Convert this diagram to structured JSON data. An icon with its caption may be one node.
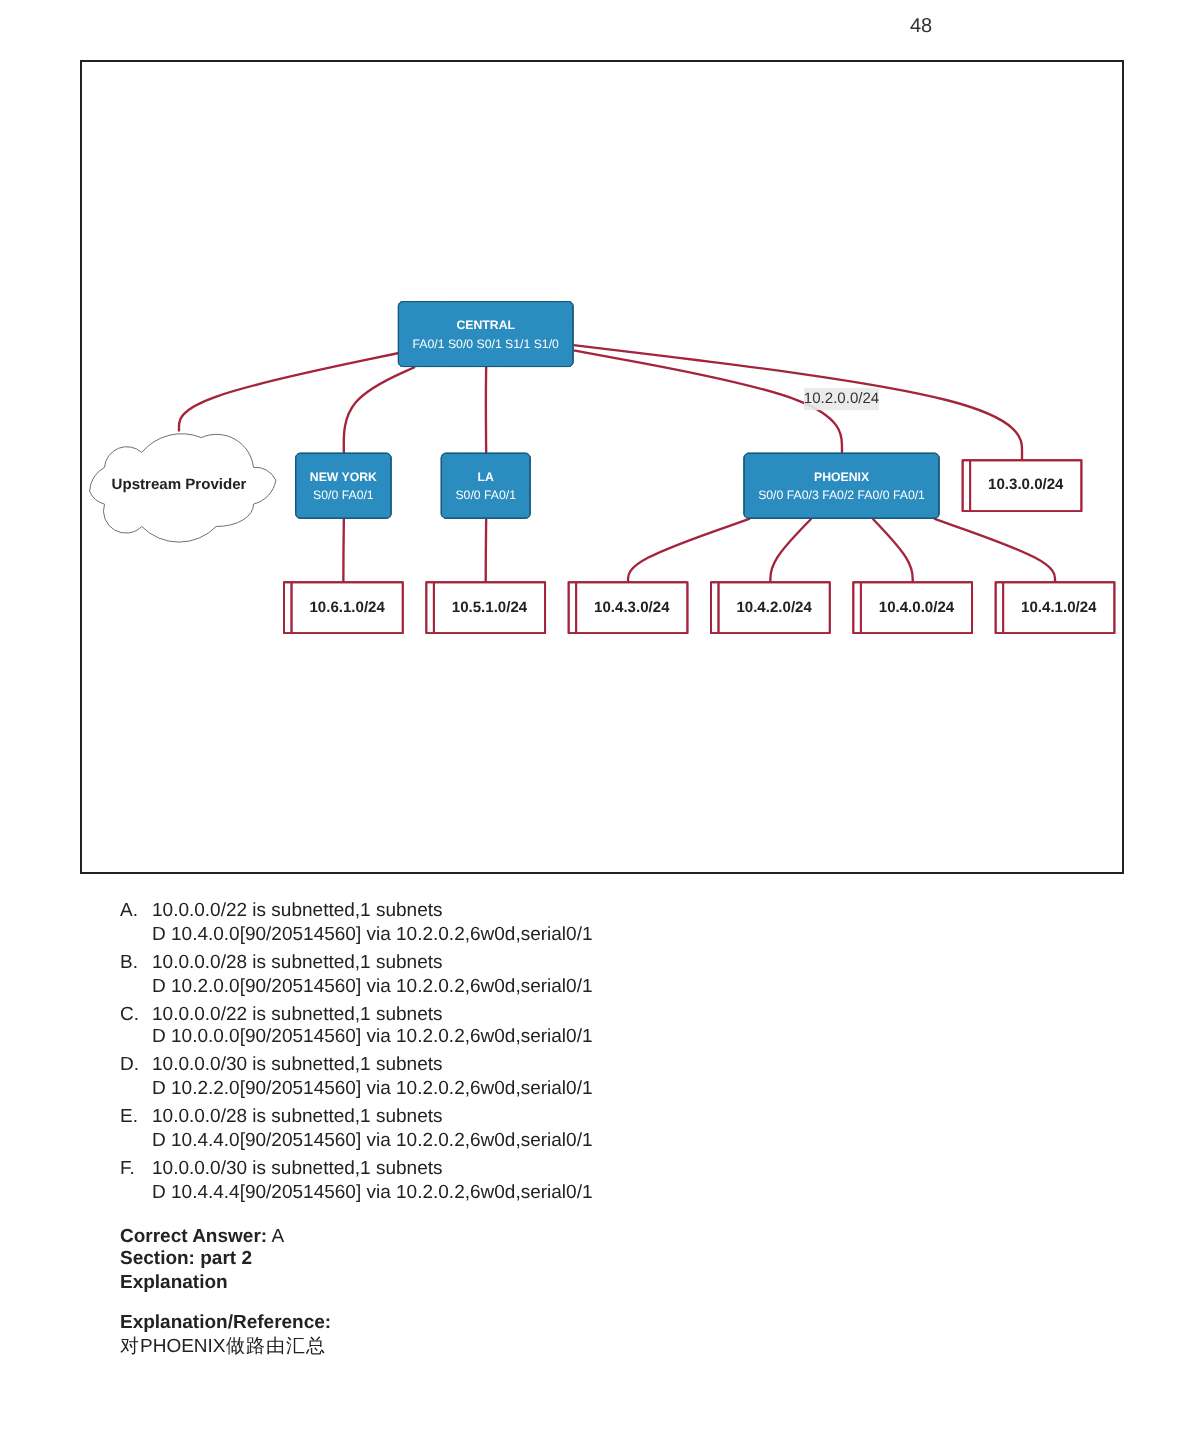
{
  "diagram": {
    "nodes": [
      {
        "text": [
          "CENTRAL",
          "FA0/1",
          "S0/0",
          "S0/1",
          "S1/1",
          "S1/0"
        ]
      },
      {
        "text": [
          "Upstream Provider"
        ]
      },
      {
        "text": [
          "NEW YORK",
          "S0/0",
          "FA0/1"
        ]
      },
      {
        "text": [
          "LA",
          "S0/0",
          "FA0/1"
        ]
      },
      {
        "text": [
          "PHOENIX",
          "S0/0",
          "FA0/3",
          "FA0/2",
          "FA0/0",
          "FA0/1"
        ]
      },
      {
        "text": [
          "10.3.0.0/24"
        ]
      },
      {
        "text": [
          "10.6.1.0/24"
        ]
      },
      {
        "text": [
          "10.5.1.0/24"
        ]
      },
      {
        "text": [
          "10.4.3.0/24"
        ]
      },
      {
        "text": [
          "10.4.2.0/24"
        ]
      },
      {
        "text": [
          "10.4.0.0/24"
        ]
      },
      {
        "text": [
          "10.4.1.0/24"
        ]
      }
    ],
    "edges": [
      {
        "from": 0,
        "to": 1,
        "arrow": "none"
      },
      {
        "from": 0,
        "to": 5,
        "arrow": "none"
      },
      {
        "from": 0,
        "to": 2,
        "arrow": "none"
      },
      {
        "from": 0,
        "to": 3,
        "arrow": "none"
      },
      {
        "from": 0,
        "to": 4,
        "arrow": "none",
        "label": "10.2.0.0/24"
      },
      {
        "from": 2,
        "to": 6,
        "arrow": "none"
      },
      {
        "from": 3,
        "to": 7,
        "arrow": "none"
      },
      {
        "from": 4,
        "to": 8,
        "arrow": "none"
      },
      {
        "from": 4,
        "to": 9,
        "arrow": "none"
      },
      {
        "from": 4,
        "to": 10,
        "arrow": "none"
      },
      {
        "from": 4,
        "to": 11,
        "arrow": "none"
      }
    ],
    "labels": [
      "48",
      "A.",
      "10.0.0.0/22 is subnetted,1 subnets",
      "D 10.4.0.0[90/20514560] via 10.2.0.2,6w0d,serial0/1",
      "B.",
      "10.0.0.0/28 is subnetted,1 subnets",
      "D 10.2.0.0[90/20514560] via 10.2.0.2,6w0d,serial0/1",
      "C.",
      "10.0.0.0/22 is subnetted,1 subnets",
      "D 10.0.0.0[90/20514560] via 10.2.0.2,6w0d,serial0/1",
      "D.",
      "10.0.0.0/30 is subnetted,1 subnets",
      "D 10.2.2.0[90/20514560] via 10.2.0.2,6w0d,serial0/1",
      "E.",
      "10.0.0.0/28 is subnetted,1 subnets",
      "D 10.4.4.0[90/20514560] via 10.2.0.2,6w0d,serial0/1",
      "F.",
      "10.0.0.0/30 is subnetted,1 subnets",
      "D 10.4.4.4[90/20514560] via 10.2.0.2,6w0d,serial0/1",
      "Correct Answer:",
      "A",
      "Section: part 2",
      "Explanation",
      "Explanation/Reference:",
      "对PHOENIX做路由汇总"
    ]
  }
}
